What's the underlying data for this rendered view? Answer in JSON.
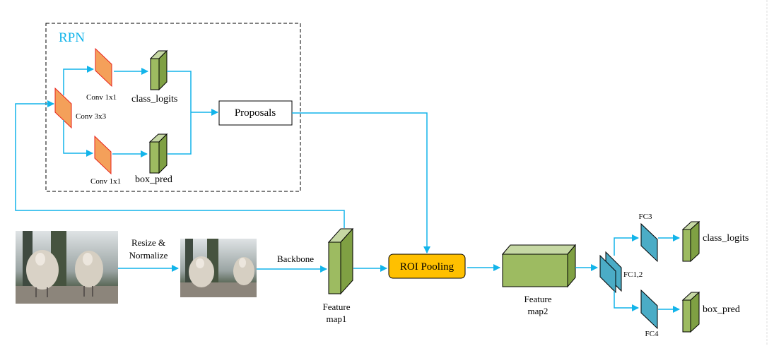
{
  "title": "Faster R-CNN architecture",
  "colors": {
    "arrow": "#12b4ea",
    "conv_fill": "#f4a05a",
    "conv_stroke": "#e8231c",
    "feature_front": "#9dbb61",
    "feature_side": "#7fa043",
    "feature_top": "#c6d8a4",
    "fc_fill": "#4bacc6",
    "roi_fill": "#ffc000",
    "rpn_title": "#12b4ea"
  },
  "rpn": {
    "title": "RPN",
    "conv3x3_label": "Conv 3x3",
    "conv1x1_top_label": "Conv 1x1",
    "conv1x1_bottom_label": "Conv 1x1",
    "class_logits_label": "class_logits",
    "box_pred_label": "box_pred",
    "proposals_label": "Proposals"
  },
  "pipeline": {
    "input_image": "sheep-photo",
    "resize_label_line1": "Resize &",
    "resize_label_line2": "Normalize",
    "resized_image": "sheep-photo-resized",
    "backbone_label": "Backbone",
    "feature_map1_line1": "Feature",
    "feature_map1_line2": "map1",
    "roi_pooling_label": "ROI Pooling",
    "feature_map2_line1": "Feature",
    "feature_map2_line2": "map2"
  },
  "head": {
    "fc12_label": "FC1,2",
    "fc3_label": "FC3",
    "fc4_label": "FC4",
    "class_logits_label": "class_logits",
    "box_pred_label": "box_pred"
  }
}
